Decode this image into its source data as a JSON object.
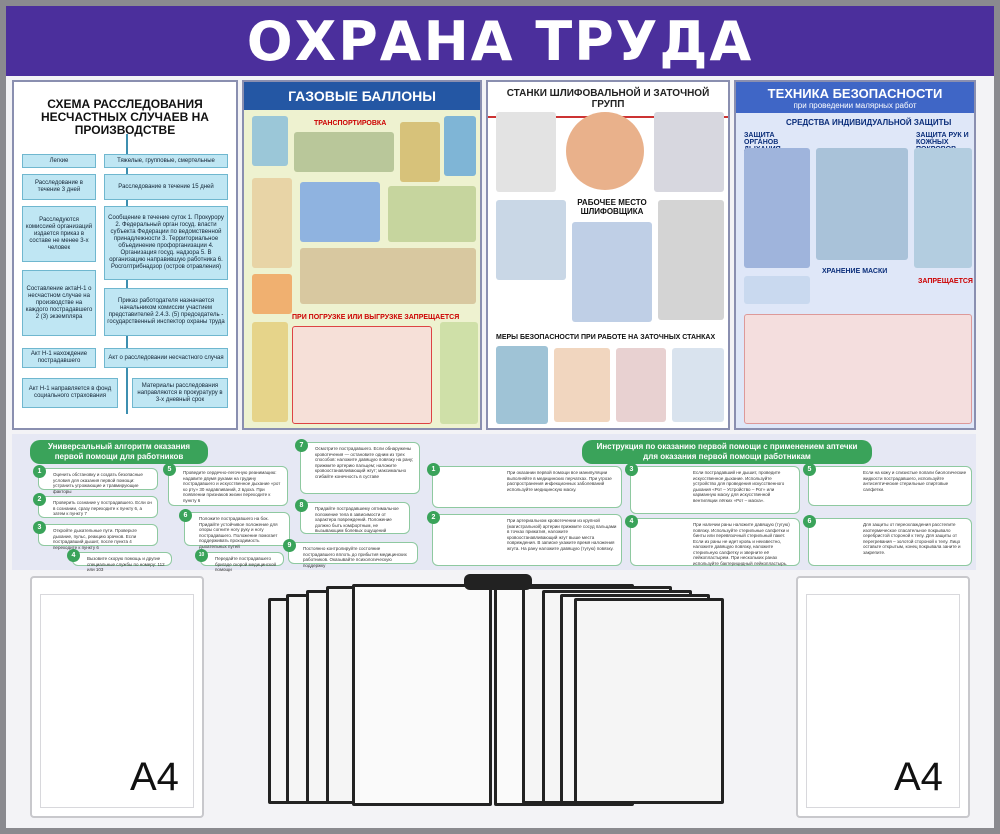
{
  "header": {
    "title": "ОХРАНА ТРУДА"
  },
  "posters": {
    "p1": {
      "title": "СХЕМА РАССЛЕДОВАНИЯ НЕСЧАСТНЫХ СЛУЧАЕВ НА ПРОИЗВОДСТВЕ",
      "boxes": [
        "Легкие",
        "Тяжелые, групповые, смертельные",
        "Расследование в течение 3 дней",
        "Расследование в течение 15 дней",
        "Расследуются комиссией организаций издается приказ в составе не менее 3-х человек",
        "Сообщение в течение суток 1. Прокурору 2. Федеральный орган госуд. власти субъекта Федерации по ведомственной принадлежности 3. Территориальное объединение профорганизации 4. Организация госуд. надзора 5. В организацию направившую работника 6. Росголтрибнадзор (остров отравления)",
        "Составление актаН-1 о несчастном случае на производстве на каждого пострадавшего 2 (3) экземпляра",
        "Приказ работодателя назначается начальником комиссии участием представителей 2.4.3. (5) председатель - государственный инспектор охраны труда",
        "Акт Н-1 нахождение пострадавшего",
        "Акт о расследовании несчастного случая",
        "Акт Н-1 направляется в фонд социального страхования",
        "Материалы расследования направляются в прокуратуру в 3-х дневный срок"
      ]
    },
    "p2": {
      "title": "ГАЗОВЫЕ БАЛЛОНЫ",
      "sub1": "ТРАНСПОРТИРОВКА",
      "sub2": "ПРИ ПОГРУЗКЕ ИЛИ ВЫГРУЗКЕ ЗАПРЕЩАЕТСЯ"
    },
    "p3": {
      "title": "СТАНКИ ШЛИФОВАЛЬНОЙ И ЗАТОЧНОЙ ГРУПП",
      "sub1": "РАБОЧЕЕ МЕСТО ШЛИФОВЩИКА",
      "sub2": "МЕРЫ БЕЗОПАСНОСТИ ПРИ РАБОТЕ НА ЗАТОЧНЫХ СТАНКАХ"
    },
    "p4": {
      "title": "ТЕХНИКА БЕЗОПАСНОСТИ",
      "subtitle": "при проведении малярных работ",
      "sub1": "СРЕДСТВА ИНДИВИДУАЛЬНОЙ ЗАЩИТЫ",
      "sub2": "ЗАЩИТА ОРГАНОВ ДЫХАНИЯ",
      "sub3": "ЗАЩИТА РУК И КОЖНЫХ ПОКРОВОВ",
      "sub4": "ХРАНЕНИЕ МАСКИ",
      "sub5": "ЗАПРЕЩАЕТСЯ"
    }
  },
  "band": {
    "left_title": "Универсальный алгоритм оказания первой помощи для работников",
    "right_title": "Инструкция по оказанию первой помощи с применением аптечки для оказания первой помощи работникам",
    "left_steps": [
      {
        "n": "1",
        "t": "Оценить обстановку и создать безопасные условия для оказания первой помощи: устранить угрожающие и травмирующие факторы"
      },
      {
        "n": "2",
        "t": "Проверить сознание у пострадавшего. Если он в сознании, сразу переходите к пункту 6, а затем к пункту 7"
      },
      {
        "n": "3",
        "t": "Откройте дыхательные пути. Проверьте дыхание, пульс, реакцию зрачков. Если пострадавший дышит, после пункта 4 переходите к пункту 6"
      },
      {
        "n": "4",
        "t": "Вызовите скорую помощь и другие специальные службы по номеру: 112 или 103"
      },
      {
        "n": "5",
        "t": "Проведите сердечно-легочную реанимацию: надавите двумя руками на грудину пострадавшего и искусственное дыхание «рот ко рту» 30 надавливаний, 2 вдоха. При появлении признаков жизни переходите к пункту 6"
      },
      {
        "n": "6",
        "t": "Положите пострадавшего на бок. Придайте устойчивое положение для опоры согните ногу руку и ногу пострадавшего. Положение помогает поддерживать проходимость дыхательных путей"
      },
      {
        "n": "7",
        "t": "Осмотрите пострадавшего. Если обнаружены кровотечения — остановите одним из трех способов: наложите давящую повязку на рану; прижмите артерию пальцем; наложите кровоостанавливающий жгут; максимально сгибайте конечность в суставе"
      },
      {
        "n": "8",
        "t": "Придайте пострадавшему оптимальное положение тела в зависимости от характера повреждений. Положение должно быть комфортным, не вызывающим болевых ощущений"
      },
      {
        "n": "9",
        "t": "Постоянно контролируйте состояние пострадавшего вплоть до прибытия медицинских работников. Оказывайте психологическую поддержку"
      },
      {
        "n": "10",
        "t": "Передайте пострадавшего бригаде скорой медицинской помощи"
      }
    ],
    "right_steps": [
      {
        "n": "1",
        "t": "При оказании первой помощи все манипуляции выполняйте в медицинских перчатках. При угрозе распространения инфекционных заболеваний используйте медицинскую маску."
      },
      {
        "n": "2",
        "t": "При артериальном кровотечении из крупной (магистральной) артерии прижмите сосуд пальцами в точках прижатия, наложите кровоостанавливающий жгут выше места повреждения. В записке укажите время наложения жгута. На рану наложите давящую (тугую) повязку."
      },
      {
        "n": "3",
        "t": "Если пострадавший не дышит, проведите искусственное дыхание. Используйте устройство для проведения искусственного дыхания «Рот – Устройство – Рот» или карманную маску для искусственной вентиляции лёгких «Рот – маска»."
      },
      {
        "n": "4",
        "t": "При наличии раны наложите давящую (тугую) повязку. Используйте стерильные салфетки и бинты или перевязочный стерильный пакет. Если из раны не идет кровь и неизвестно, наложите давящую повязку, наложите стерильную салфетку и зверните её лейкопластырем. При нескольких ранах используйте бактерицидный лейкопластырь."
      },
      {
        "n": "5",
        "t": "Если на кожу и слизистые попали биологические жидкости пострадавшего, используйте антисептические стерильные спиртовые салфетки."
      },
      {
        "n": "6",
        "t": "Для защиты от переохлаждения расстелите изотермическое спасательное покрывало серебристой стороной к телу. Для защиты от перегревания – золотой стороной к телу. Лицо оставьте открытым, конец покрывала заните и закрепите."
      }
    ]
  },
  "pockets": {
    "left_label": "А4",
    "right_label": "А4"
  },
  "colors": {
    "header": "#4b2f9c",
    "frame": "#8a8a8f",
    "green": "#3aa35a"
  }
}
